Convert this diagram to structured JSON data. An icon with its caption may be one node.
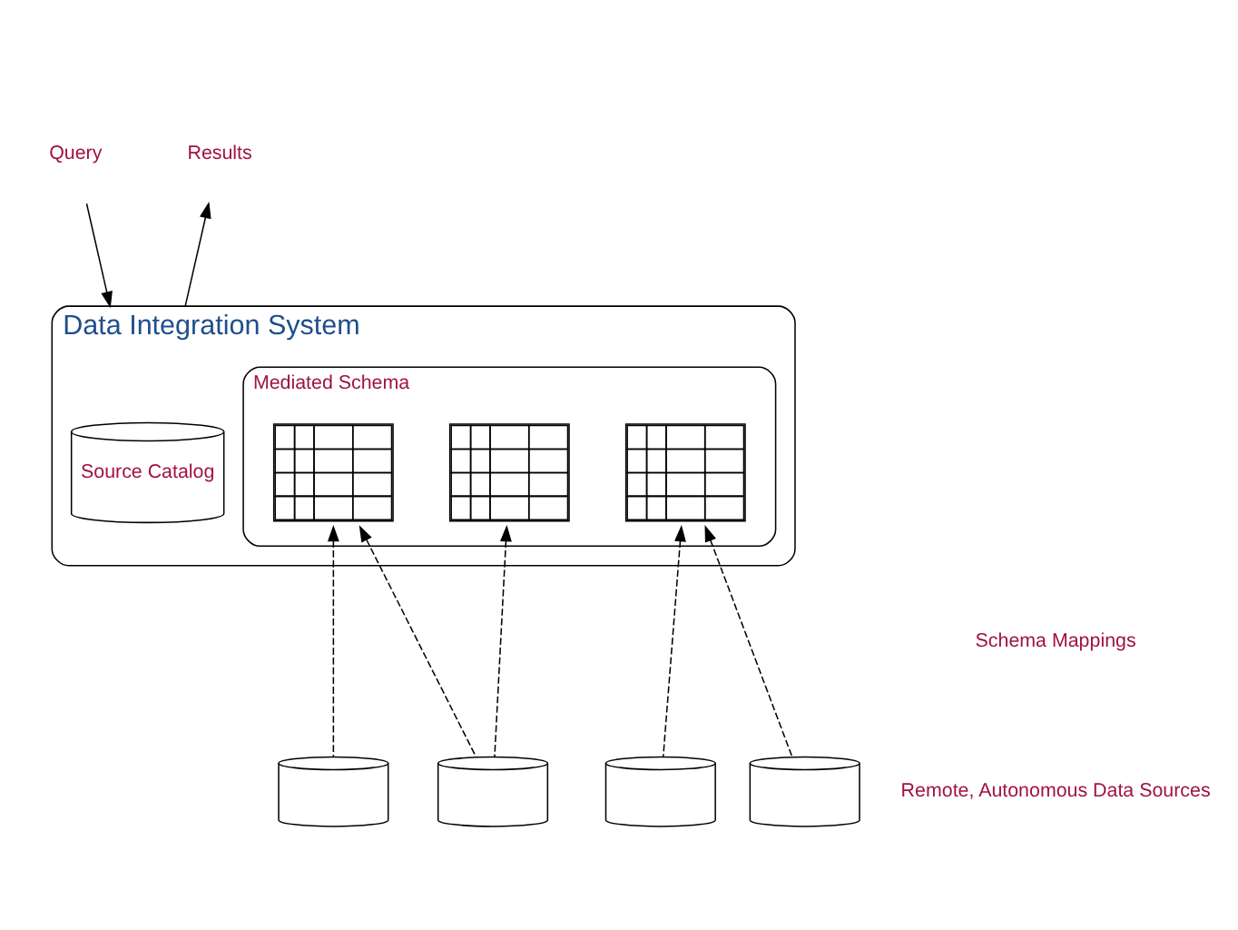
{
  "diagram": {
    "nodes": [
      {
        "text": [
          "Query"
        ]
      },
      {
        "text": [
          "Results"
        ]
      },
      {
        "text": [
          "Data Integration System"
        ]
      },
      {
        "text": [
          "Mediated Schema"
        ],
        "in": 2
      },
      {
        "text": [],
        "shape": "table",
        "in": 3
      },
      {
        "text": [],
        "shape": "table",
        "in": 3
      },
      {
        "text": [],
        "shape": "table",
        "in": 3
      },
      {
        "text": [
          "Source Catalog"
        ],
        "in": 2
      },
      {
        "text": [],
        "shape": "cylinder"
      },
      {
        "text": [],
        "shape": "cylinder"
      },
      {
        "text": [],
        "shape": "cylinder"
      },
      {
        "text": [],
        "shape": "cylinder"
      }
    ],
    "edges": [
      {
        "from": 0,
        "to": 2,
        "arrow": "to"
      },
      {
        "from": 2,
        "to": 1,
        "arrow": "to"
      },
      {
        "from": 8,
        "to": 4,
        "arrow": "to",
        "style": "dashed"
      },
      {
        "from": 9,
        "to": 4,
        "arrow": "to",
        "style": "dashed"
      },
      {
        "from": 9,
        "to": 5,
        "arrow": "to",
        "style": "dashed"
      },
      {
        "from": 10,
        "to": 6,
        "arrow": "to",
        "style": "dashed"
      },
      {
        "from": 11,
        "to": 6,
        "arrow": "to",
        "style": "dashed"
      }
    ],
    "labels": [
      "Schema Mappings",
      "Remote, Autonomous Data Sources"
    ]
  }
}
